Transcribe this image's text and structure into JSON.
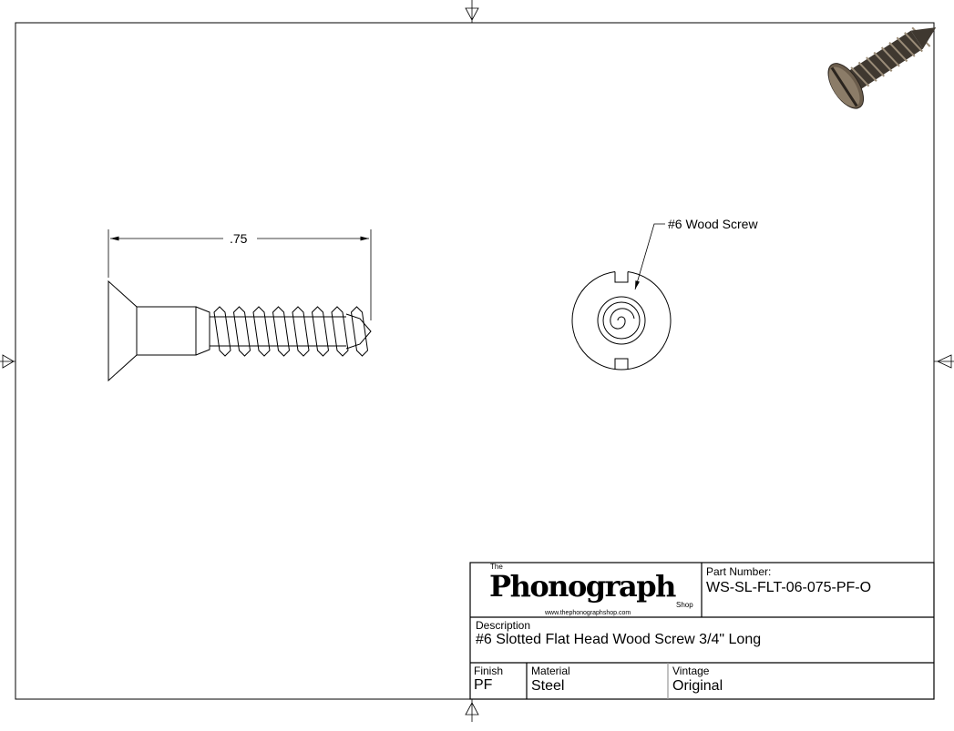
{
  "drawing": {
    "dimension_label": ".75",
    "callout_label": "#6 Wood Screw"
  },
  "title_block": {
    "logo": {
      "the": "The",
      "name": "Phonograph",
      "shop": "Shop",
      "url": "www.thephonographshop.com"
    },
    "part_number_label": "Part Number:",
    "part_number": "WS-SL-FLT-06-075-PF-O",
    "description_label": "Description",
    "description": "#6 Slotted Flat Head Wood Screw 3/4\" Long",
    "finish_label": "Finish",
    "finish": "PF",
    "material_label": "Material",
    "material": "Steel",
    "vintage_label": "Vintage",
    "vintage": "Original"
  },
  "colors": {
    "line": "#000000",
    "render": "#6b5d4c"
  }
}
